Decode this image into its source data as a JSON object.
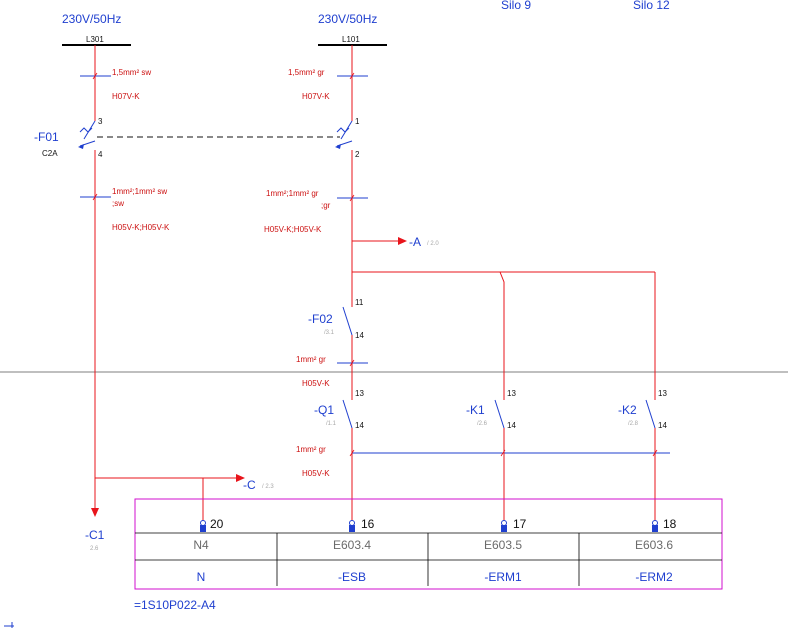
{
  "header": {
    "silo_left": "Silo 9",
    "silo_right": "Silo 12",
    "supply_left": "230V/50Hz",
    "supply_right": "230V/50Hz",
    "bus_left": "L301",
    "bus_right": "L101"
  },
  "wires": {
    "left_top_section": "1,5mm² sw",
    "left_top_type": "H07V-K",
    "right_top_section": "1,5mm² gr",
    "right_top_type": "H07V-K",
    "left_mid_section_a": "1mm²;1mm² sw",
    "left_mid_section_b": ";sw",
    "left_mid_type": "H05V-K;H05V-K",
    "right_mid_section_a": "1mm²;1mm² gr",
    "right_mid_section_b": ";gr",
    "right_mid_type": "H05V-K;H05V-K",
    "f02_section": "1mm² gr",
    "f02_type": "H05V-K",
    "bottom_section": "1mm² gr",
    "bottom_type": "H05V-K"
  },
  "devices": {
    "f01": {
      "tag": "-F01",
      "rating": "C2A",
      "pin_in": "3",
      "pin_out": "4",
      "pin_in_right": "1",
      "pin_out_right": "2"
    },
    "f02": {
      "tag": "-F02",
      "ref": "/3.1",
      "pin_in": "11",
      "pin_out": "14"
    },
    "q1": {
      "tag": "-Q1",
      "ref": "/1.1",
      "pin_in": "13",
      "pin_out": "14"
    },
    "k1": {
      "tag": "-K1",
      "ref": "/2.6",
      "pin_in": "13",
      "pin_out": "14"
    },
    "k2": {
      "tag": "-K2",
      "ref": "/2.8",
      "pin_in": "13",
      "pin_out": "14"
    },
    "c1": {
      "tag": "-C1",
      "ref": "2.6"
    }
  },
  "crossrefs": {
    "a": {
      "tag": "-A",
      "ref": "/ 2.0"
    },
    "c": {
      "tag": "-C",
      "ref": "/ 2.3"
    }
  },
  "terminal_block": {
    "terminals": [
      {
        "number": "20",
        "address": "N4",
        "function": "N"
      },
      {
        "number": "16",
        "address": "E603.4",
        "function": "-ESB"
      },
      {
        "number": "17",
        "address": "E603.5",
        "function": "-ERM1"
      },
      {
        "number": "18",
        "address": "E603.6",
        "function": "-ERM2"
      }
    ],
    "location": "=1S10P022-A4"
  },
  "colors": {
    "wire": "#e8141b",
    "label_blue": "#1f3fcf",
    "border": "#d10fcf",
    "annotation_red": "#cc1111"
  }
}
